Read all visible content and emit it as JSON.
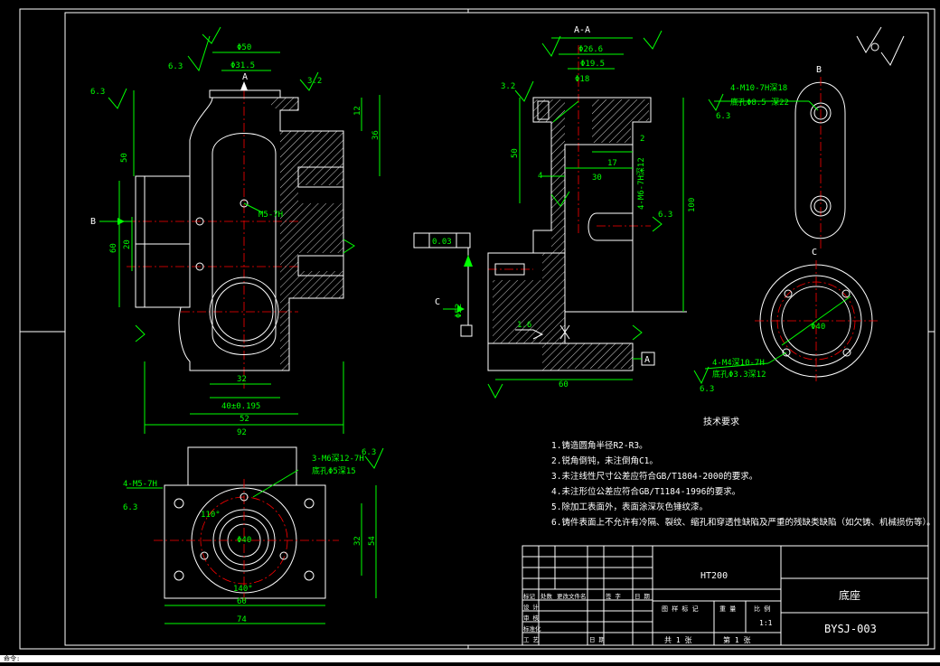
{
  "views": {
    "section_aa": "A-A",
    "view_b": "B",
    "view_c": "C",
    "label_a": "A",
    "label_b": "B",
    "label_c": "C"
  },
  "dims_front": {
    "d_phi50": "Φ50",
    "d_phi31": "Φ31.5",
    "d_sr": "3.2",
    "d_63a": "6.3",
    "d_63b": "6.3",
    "d_50v": "50",
    "d_60v": "60",
    "d_20v": "20",
    "d_12": "12",
    "d_36": "36",
    "d_m5": "M5-7H",
    "d_32": "32",
    "d_40": "40±0.195",
    "d_52": "52",
    "d_92": "92"
  },
  "dims_section": {
    "d_266": "Φ26.6",
    "d_195": "Φ19.5",
    "d_18": "Φ18",
    "d_32": "3.2",
    "d_50": "50",
    "d_4": "4",
    "d_17": "17",
    "d_30": "30",
    "d_2": "2",
    "d_100": "100",
    "d_m6": "4-M6-7H深12",
    "d_60": "60",
    "d_52": "Φ52",
    "d_tol": "0.03",
    "d_16": "1.6",
    "d_63": "6.3"
  },
  "dims_b": {
    "hole": "4-M10-7H深18",
    "drill": "底孔Φ8.5 深22",
    "rough": "6.3"
  },
  "dims_c": {
    "pcd": "Φ40",
    "hole": "4-M4深10-7H",
    "drill": "底孔Φ3.3深12",
    "rough": "6.3"
  },
  "dims_top": {
    "hole1": "3-M6深12-7H",
    "drill1": "底孔Φ5深15",
    "hole2": "4-M5-7H",
    "rough": "6.3",
    "pcd": "Φ40",
    "ang1": "110°",
    "ang2": "140°",
    "d_60": "60",
    "d_74": "74",
    "d_32": "32",
    "d_54": "54"
  },
  "tech": {
    "title": "技术要求",
    "items": [
      "1.铸造圆角半径R2-R3。",
      "2.锐角倒钝，未注倒角C1。",
      "3.未注线性尺寸公差应符合GB/T1804-2000的要求。",
      "4.未注形位公差应符合GB/T1184-1996的要求。",
      "5.除加工表面外，表面涂深灰色锤纹漆。",
      "6.铸件表面上不允许有冷隔、裂纹、缩孔和穿透性缺陷及严重的残缺类缺陷（如欠铸、机械损伤等）。"
    ]
  },
  "title_block": {
    "material": "HT200",
    "name": "底座",
    "code": "BYSJ-003",
    "scale": "1:1",
    "sheet_total": "共 1 张",
    "sheet_no": "第 1 张",
    "hdr": [
      "标记",
      "处数",
      "更改文件名",
      "签 字",
      "日 期"
    ],
    "row_design": "设 计",
    "row_audit": "审 核",
    "row_std": "标准化",
    "row_proc": "工 艺",
    "row_date": "日 期",
    "stage": "图 样 标 记",
    "weight": "重 量",
    "ratio": "比 例"
  },
  "status": {
    "text": "命令:"
  }
}
